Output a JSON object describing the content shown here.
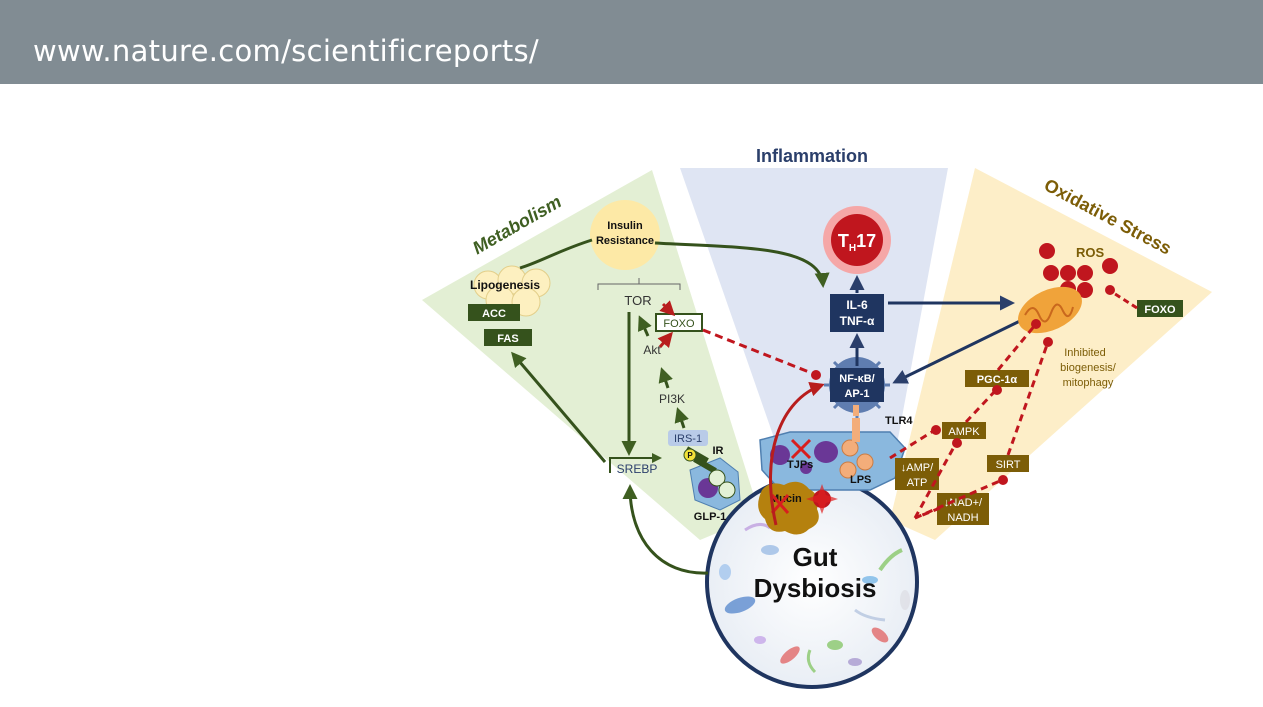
{
  "header": {
    "url": "www.nature.com/scientificreports/"
  },
  "colors": {
    "header_bg": "#818c93",
    "metabolism": "#5a7a2e",
    "inflammation": "#2b3f6b",
    "oxidative": "#7c5d07",
    "inhibit_red": "#c0161e"
  },
  "sections": {
    "metabolism": "Metabolism",
    "inflammation": "Inflammation",
    "oxidative": "Oxidative Stress"
  },
  "metabolism": {
    "insulin_resistance": [
      "Insulin",
      "Resistance"
    ],
    "lipogenesis": "Lipogenesis",
    "acc": "ACC",
    "fas": "FAS",
    "tor": "TOR",
    "foxo": "FOXO",
    "akt": "Akt",
    "pi3k": "PI3K",
    "irs1": "IRS-1",
    "ir": "IR",
    "p": "P",
    "srebp": "SREBP",
    "glp1": "GLP-1"
  },
  "inflammation": {
    "th17_main": "T",
    "th17_sub": "H",
    "th17_num": "17",
    "il6": "IL-6",
    "tnfa": "TNF-α",
    "nfkb": "NF-κB/",
    "ap1": "AP-1",
    "tlr4": "TLR4",
    "tjps": "TJPs",
    "lps": "LPS",
    "mucin": "Mucin"
  },
  "oxidative": {
    "ros": "ROS",
    "foxo": "FOXO",
    "inhibited": [
      "Inhibited",
      "biogenesis/",
      "mitophagy"
    ],
    "pgc1a": "PGC-1α",
    "ampk": "AMPK",
    "amp_atp": [
      "↓AMP/",
      "ATP"
    ],
    "sirt": "SIRT",
    "nad": [
      "↓NAD+/",
      "NADH"
    ]
  },
  "gut": {
    "line1": "Gut",
    "line2": "Dysbiosis"
  }
}
